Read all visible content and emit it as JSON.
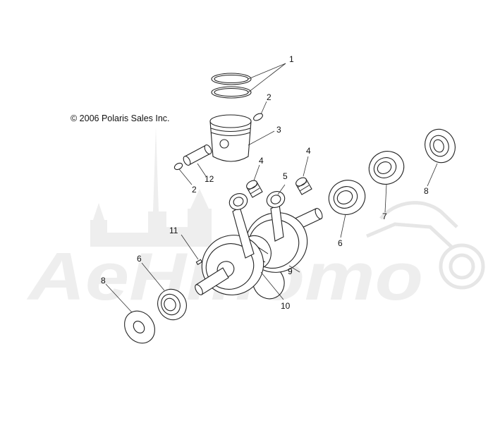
{
  "copyright": "© 2006 Polaris Sales Inc.",
  "watermark": {
    "text": "AeHmomo"
  },
  "callouts": [
    {
      "id": "c1",
      "label": "1"
    },
    {
      "id": "c2a",
      "label": "2"
    },
    {
      "id": "c3",
      "label": "3"
    },
    {
      "id": "c12",
      "label": "12"
    },
    {
      "id": "c2b",
      "label": "2"
    },
    {
      "id": "c4a",
      "label": "4"
    },
    {
      "id": "c5",
      "label": "5"
    },
    {
      "id": "c4b",
      "label": "4"
    },
    {
      "id": "c6a",
      "label": "6"
    },
    {
      "id": "c7",
      "label": "7"
    },
    {
      "id": "c8a",
      "label": "8"
    },
    {
      "id": "c11",
      "label": "11"
    },
    {
      "id": "c6b",
      "label": "6"
    },
    {
      "id": "c8b",
      "label": "8"
    },
    {
      "id": "c9",
      "label": "9"
    },
    {
      "id": "c10",
      "label": "10"
    }
  ]
}
